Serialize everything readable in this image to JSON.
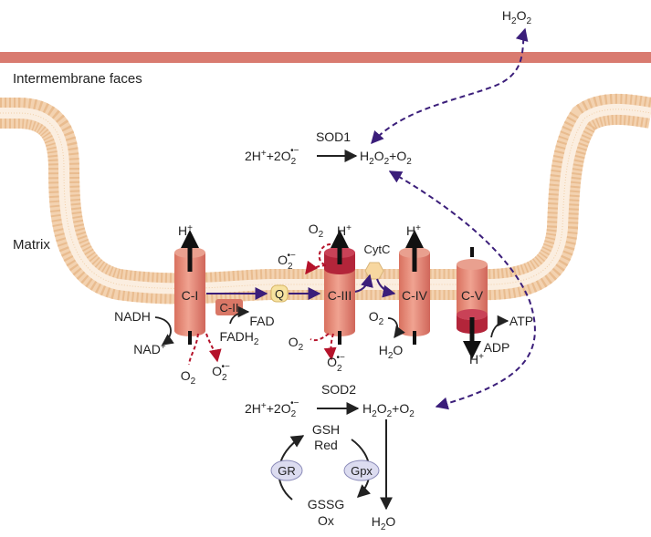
{
  "labels": {
    "intermembrane": "Intermembrane faces",
    "matrix": "Matrix"
  },
  "complexes": {
    "c1": "C-I",
    "c2": "C-II",
    "c3": "C-III",
    "c4": "C-IV",
    "c5": "C-V",
    "q": "Q",
    "cytc": "CytC"
  },
  "protons": {
    "h": "H",
    "plus": "+"
  },
  "species": {
    "nadh": "NADH",
    "nad": "NAD",
    "nad_sup": "+",
    "fad": "FAD",
    "fadh": "FADH",
    "fadh_sub": "2",
    "atp": "ATP",
    "adp": "ADP",
    "o2_main": "O",
    "o2_sub": "2",
    "superoxide_sup": "•−",
    "h2o_h": "H",
    "h2o_sub": "2",
    "h2o_o": "O"
  },
  "sod1": {
    "enzyme": "SOD1",
    "lhs_prefix": "2H",
    "lhs_plus_sup": "+",
    "lhs_mid": "+2O",
    "lhs_sub": "2",
    "lhs_sup": "•−",
    "rhs_h": "H",
    "rhs_h_sub": "2",
    "rhs_o": "O",
    "rhs_o_sub": "2",
    "rhs_plus": "+O",
    "rhs_plus_sub": "2"
  },
  "sod2": {
    "enzyme": "SOD2"
  },
  "cycle": {
    "gsh": "GSH",
    "red": "Red",
    "gssg": "GSSG",
    "ox": "Ox",
    "gr": "GR",
    "gpx": "Gpx"
  },
  "colors": {
    "outer_membrane": "#d97b70",
    "lipid_head": "#f3d2b0",
    "complex_body": "#e58e7e",
    "complex_dark": "#b3253a",
    "electron_arrow": "#3b1e7a",
    "ros_arrow": "#b5122a",
    "enzyme_fill": "#dcdcf0",
    "q_fill": "#f7e2a0",
    "cytc_fill": "#f7d7a0"
  }
}
